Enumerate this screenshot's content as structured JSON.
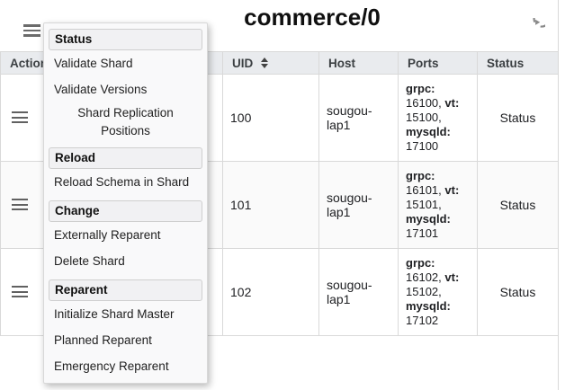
{
  "topbar": {
    "title": "commerce/0",
    "icons": {
      "nav": "hamburger-menu",
      "refresh": "circular-refresh-arrow"
    }
  },
  "menu": {
    "groups": [
      {
        "header": "Status",
        "items": [
          "Validate Shard",
          "Validate Versions",
          "Shard Replication Positions"
        ]
      },
      {
        "header": "Reload",
        "items": [
          "Reload Schema in Shard"
        ]
      },
      {
        "header": "Change",
        "items": [
          "Externally Reparent",
          "Delete Shard"
        ]
      },
      {
        "header": "Reparent",
        "items": [
          "Initialize Shard Master",
          "Planned Reparent",
          "Emergency Reparent"
        ]
      }
    ]
  },
  "table": {
    "columns": [
      "Action",
      "",
      "UID",
      "Host",
      "Ports",
      "Status"
    ],
    "sort_icon": "up-down-triangles",
    "rows": [
      {
        "uid": "100",
        "host": "sougou-lap1",
        "status": "Status",
        "ports": [
          {
            "k": "grpc:",
            "v": "16100,"
          },
          {
            "k": "vt:",
            "v": "15100,"
          },
          {
            "k": "mysqld:",
            "v": "17100"
          }
        ]
      },
      {
        "uid": "101",
        "host": "sougou-lap1",
        "status": "Status",
        "ports": [
          {
            "k": "grpc:",
            "v": "16101,"
          },
          {
            "k": "vt:",
            "v": "15101,"
          },
          {
            "k": "mysqld:",
            "v": "17101"
          }
        ]
      },
      {
        "uid": "102",
        "host": "sougou-lap1",
        "status": "Status",
        "ports": [
          {
            "k": "grpc:",
            "v": "16102,"
          },
          {
            "k": "vt:",
            "v": "15102,"
          },
          {
            "k": "mysqld:",
            "v": "17102"
          }
        ]
      }
    ]
  },
  "colors": {
    "table_header_bg": "#e9ebee",
    "menu_panel_bg": "#f9f9fa",
    "alt_row_bg": "#fafafa",
    "icon_gray": "#757575"
  }
}
